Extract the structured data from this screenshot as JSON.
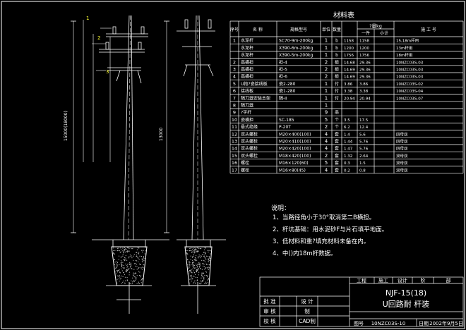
{
  "table": {
    "title": "材料表",
    "headers": {
      "no": "序号",
      "name": "名 称",
      "spec": "规格型号",
      "unit": "单位",
      "qty": "数量",
      "weight": "?量kg",
      "weight_each": "一件",
      "weight_total": "小计",
      "drawing": "施 工 号"
    },
    "rows": [
      {
        "no": "1",
        "name": "水泥杆",
        "spec": "SC70-9m-200kg",
        "unit": "1",
        "qty": "b",
        "w1": "1158",
        "w2": "1158",
        "draw": "15,18m杆用"
      },
      {
        "no": "",
        "name": "水泥杆",
        "spec": "X390-6m-200kg",
        "unit": "1",
        "qty": "b",
        "w1": "1200",
        "w2": "1200",
        "draw": "13m杆用"
      },
      {
        "no": "",
        "name": "水泥杆",
        "spec": "X390-5m-200kg",
        "unit": "1",
        "qty": "b",
        "w1": "1756",
        "w2": "1756",
        "draw": "18m杆用"
      },
      {
        "no": "2",
        "name": "高横担",
        "spec": "担-4",
        "unit": "2",
        "qty": "根",
        "w1": "14.68",
        "w2": "29.36",
        "draw": "10NZC03S-03"
      },
      {
        "no": "3",
        "name": "高横担",
        "spec": "担-5",
        "unit": "2",
        "qty": "根",
        "w1": "14.69",
        "w2": "29.36",
        "draw": "10NZC03S-03"
      },
      {
        "no": "4",
        "name": "高横担",
        "spec": "担-6",
        "unit": "2",
        "qty": "根",
        "w1": "14.69",
        "w2": "29.36",
        "draw": "10NZC03S-03"
      },
      {
        "no": "5",
        "name": "U抱?瓷接线板",
        "spec": "瓷2-280",
        "unit": "1",
        "qty": "付",
        "w1": "3.86",
        "w2": "3.86",
        "draw": "10NZC03S-02"
      },
      {
        "no": "6",
        "name": "接线板",
        "spec": "瓷1-280",
        "unit": "1",
        "qty": "付",
        "w1": "3.38",
        "w2": "3.38",
        "draw": "10NZC03S-04"
      },
      {
        "no": "7",
        "name": "隔刀器安装支架",
        "spec": "隔-II",
        "unit": "1",
        "qty": "付",
        "w1": "20.94",
        "w2": "20.94",
        "draw": "10NZC03S-07"
      },
      {
        "no": "8",
        "name": "隔刀器",
        "spec": "",
        "unit": "1",
        "qty": "",
        "w1": "",
        "w2": "",
        "draw": ""
      },
      {
        "no": "9",
        "name": "?字杆",
        "spec": "",
        "unit": "9",
        "qty": "串",
        "w1": "",
        "w2": "",
        "draw": ""
      },
      {
        "no": "10",
        "name": "瓷横担",
        "spec": "SC-185",
        "unit": "5",
        "qty": "个",
        "w1": "3.5",
        "w2": "17.5",
        "draw": ""
      },
      {
        "no": "11",
        "name": "悬式绝缘",
        "spec": "P-20T",
        "unit": "2",
        "qty": "个",
        "w1": "6.2",
        "w2": "12.4",
        "draw": ""
      },
      {
        "no": "12",
        "name": "双头螺栓",
        "spec": "M20×400(100)",
        "unit": "4",
        "qty": "套",
        "w1": "1.4",
        "w2": "5.6",
        "draw": "四母双"
      },
      {
        "no": "13",
        "name": "双头螺栓",
        "spec": "M20×410(100)",
        "unit": "4",
        "qty": "套",
        "w1": "1.44",
        "w2": "5.76",
        "draw": "四母双"
      },
      {
        "no": "14",
        "name": "双头螺栓",
        "spec": "M20×420(100)",
        "unit": "4",
        "qty": "套",
        "w1": "1.47",
        "w2": "5.76",
        "draw": "四母双"
      },
      {
        "no": "15",
        "name": "双头螺栓",
        "spec": "M18×420(100)",
        "unit": "2",
        "qty": "套",
        "w1": "1.32",
        "w2": "2.64",
        "draw": "双母双"
      },
      {
        "no": "16",
        "name": "螺栓",
        "spec": "M16×120(60)",
        "unit": "5",
        "qty": "套",
        "w1": "0.3",
        "w2": "1.5",
        "draw": "双母双"
      },
      {
        "no": "17",
        "name": "螺栓",
        "spec": "M16×80(45)",
        "unit": "4",
        "qty": "套",
        "w1": "0.2",
        "w2": "0.8",
        "draw": "双母双"
      }
    ]
  },
  "notes": {
    "heading": "说明：",
    "items": [
      "1、当路径角小于30°取消第二B横担。",
      "2、杆坑基础：用水泥砂F与片石填平地面。",
      "3、低材料和重?填充材料未备在内。",
      "4、中()内18m杆数据。"
    ]
  },
  "title_block": {
    "row_labels": [
      "批 准",
      "审 核",
      "校 核"
    ],
    "mid_labels": [
      "设 计",
      "制",
      "CAD制"
    ],
    "top_fields": [
      "工程",
      "施工",
      "设计",
      "阶",
      "部"
    ],
    "drawing_name_1": "NJF-15(18)",
    "drawing_name_2": "U回路耐 杆装",
    "drawing_no_label": "图号",
    "drawing_no": "10NZC03S-10",
    "date_label": "日期",
    "date": "2002年9月5日"
  },
  "drawing": {
    "left_dim_label": "15000(18000)",
    "right_dim_label": "13000"
  },
  "colors": {
    "background": "#000000",
    "line": "#ffffff",
    "text": "#ffffff",
    "highlight_yellow": "#ffff33",
    "highlight_magenta": "#ff66ff"
  }
}
